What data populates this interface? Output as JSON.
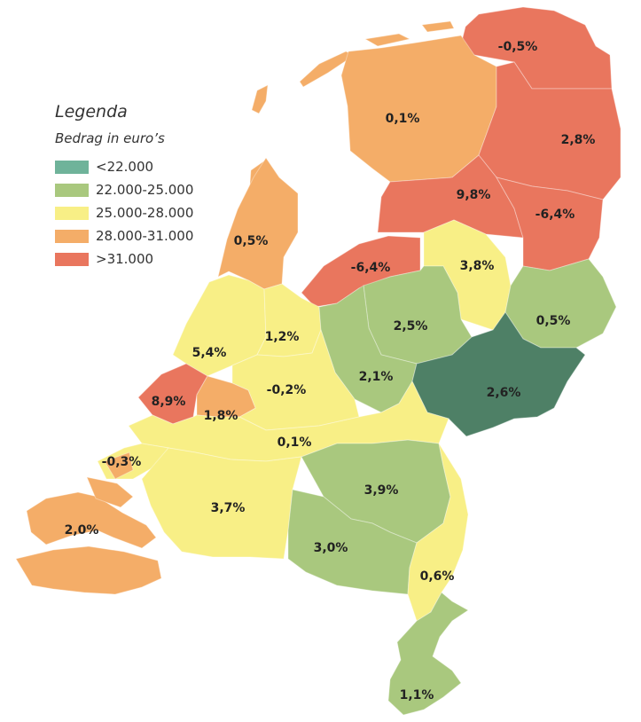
{
  "legend": {
    "title": "Legenda",
    "subtitle": "Bedrag in euro’s",
    "items": [
      {
        "label": "<22.000",
        "color": "#6fb39a"
      },
      {
        "label": "22.000-25.000",
        "color": "#a9c87e"
      },
      {
        "label": "25.000-28.000",
        "color": "#f8ef86"
      },
      {
        "label": "28.000-31.000",
        "color": "#f4ad68"
      },
      {
        "label": ">31.000",
        "color": "#e9765e"
      }
    ]
  },
  "regions": {
    "groningen": {
      "pct": "-0,5%",
      "color": "#e9765e"
    },
    "drenthe_north": {
      "pct": "2,8%",
      "color": "#e9765e"
    },
    "friesland": {
      "pct": "0,1%",
      "color": "#f4ad68"
    },
    "north_center": {
      "pct": "9,8%",
      "color": "#e9765e"
    },
    "drenthe_south": {
      "pct": "-6,4%",
      "color": "#e9765e"
    },
    "flevoland": {
      "pct": "-6,4%",
      "color": "#e9765e"
    },
    "noord_holland_north": {
      "pct": "0,5%",
      "color": "#f4ad68"
    },
    "zwolle_area": {
      "pct": "3,8%",
      "color": "#f8ef86"
    },
    "twente_north": {
      "pct": "0,5%",
      "color": "#a9c87e"
    },
    "veluwe_north": {
      "pct": "2,5%",
      "color": "#a9c87e"
    },
    "noord_holland_south": {
      "pct": "5,4%",
      "color": "#f8ef86"
    },
    "utrecht_north": {
      "pct": "1,2%",
      "color": "#f8ef86"
    },
    "veluwe_south": {
      "pct": "2,1%",
      "color": "#a9c87e"
    },
    "achterhoek": {
      "pct": "2,6%",
      "color": "#4e8066"
    },
    "utrecht_south": {
      "pct": "-0,2%",
      "color": "#f8ef86"
    },
    "haaglanden": {
      "pct": "8,9%",
      "color": "#e9765e"
    },
    "rijnmond": {
      "pct": "1,8%",
      "color": "#f4ad68"
    },
    "rivierenland": {
      "pct": "0,1%",
      "color": "#f8ef86"
    },
    "zuid_holland_south": {
      "pct": "-0,3%",
      "color": "#f8ef86"
    },
    "brabant_northeast": {
      "pct": "3,9%",
      "color": "#a9c87e"
    },
    "brabant_west": {
      "pct": "3,7%",
      "color": "#f8ef86"
    },
    "zeeland": {
      "pct": "2,0%",
      "color": "#f4ad68"
    },
    "brabant_southeast": {
      "pct": "3,0%",
      "color": "#a9c87e"
    },
    "limburg_north": {
      "pct": "0,6%",
      "color": "#f8ef86"
    },
    "limburg_south": {
      "pct": "1,1%",
      "color": "#a9c87e"
    }
  }
}
